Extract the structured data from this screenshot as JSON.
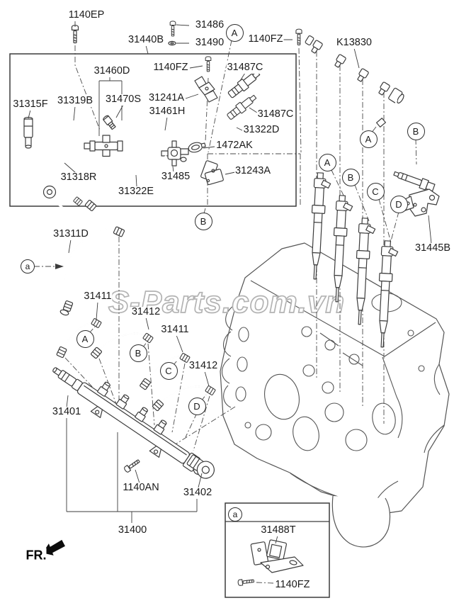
{
  "diagram": {
    "watermark": "S-Parts.com.vn",
    "direction_label": "FR."
  },
  "callout_letters": {
    "A": "A",
    "B": "B",
    "C": "C",
    "D": "D",
    "a": "a"
  },
  "part_labels": {
    "p1140EP": "1140EP",
    "p31486": "31486",
    "p31490": "31490",
    "p31440B": "31440B",
    "p1140FZ_top": "1140FZ",
    "pK13830": "K13830",
    "p31460D": "31460D",
    "p1140FZ_mid": "1140FZ",
    "p31487C_a": "31487C",
    "p31470S": "31470S",
    "p31241A": "31241A",
    "p31315F": "31315F",
    "p31319B": "31319B",
    "p31461H": "31461H",
    "p31487C_b": "31487C",
    "p31322D": "31322D",
    "p1472AK": "1472AK",
    "p31318R": "31318R",
    "p31485": "31485",
    "p31243A": "31243A",
    "p31322E": "31322E",
    "p31445B": "31445B",
    "p31311D": "31311D",
    "p31411_a": "31411",
    "p31412_a": "31412",
    "p31411_b": "31411",
    "p31412_b": "31412",
    "p31401": "31401",
    "p1140AN": "1140AN",
    "p31402": "31402",
    "p31400": "31400",
    "p31488T": "31488T",
    "p1140FZ_inset": "1140FZ"
  }
}
